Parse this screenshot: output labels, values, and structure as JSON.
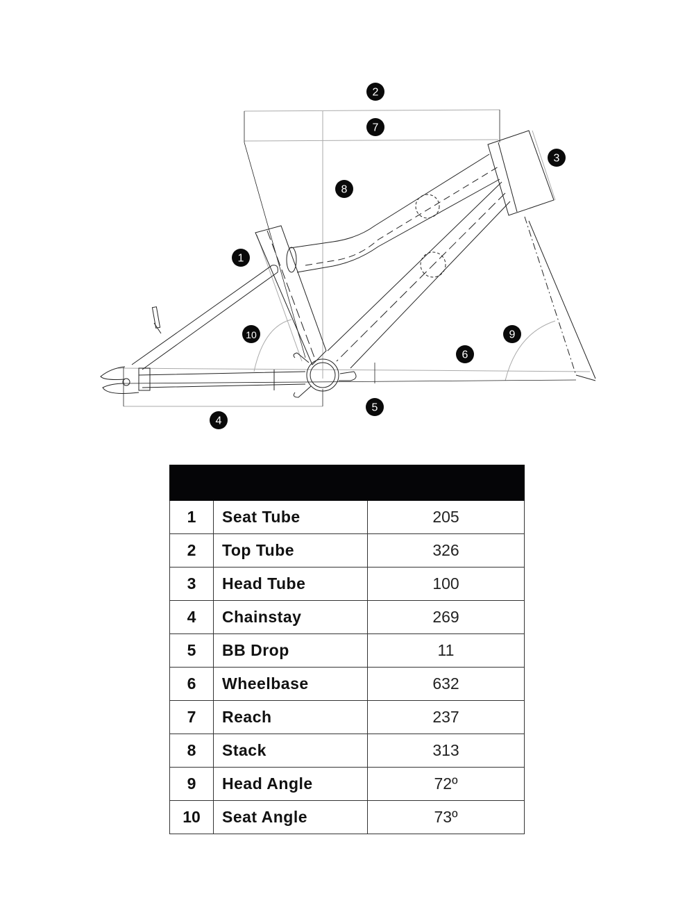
{
  "markers": [
    "1",
    "2",
    "3",
    "4",
    "5",
    "6",
    "7",
    "8",
    "9",
    "10"
  ],
  "table": {
    "rows": [
      {
        "num": "1",
        "label": "Seat Tube",
        "value": "205"
      },
      {
        "num": "2",
        "label": "Top Tube",
        "value": "326"
      },
      {
        "num": "3",
        "label": "Head Tube",
        "value": "100"
      },
      {
        "num": "4",
        "label": "Chainstay",
        "value": "269"
      },
      {
        "num": "5",
        "label": "BB Drop",
        "value": "11"
      },
      {
        "num": "6",
        "label": "Wheelbase",
        "value": "632"
      },
      {
        "num": "7",
        "label": "Reach",
        "value": "237"
      },
      {
        "num": "8",
        "label": "Stack",
        "value": "313"
      },
      {
        "num": "9",
        "label": "Head Angle",
        "value": "72º"
      },
      {
        "num": "10",
        "label": "Seat Angle",
        "value": "73º"
      }
    ]
  }
}
